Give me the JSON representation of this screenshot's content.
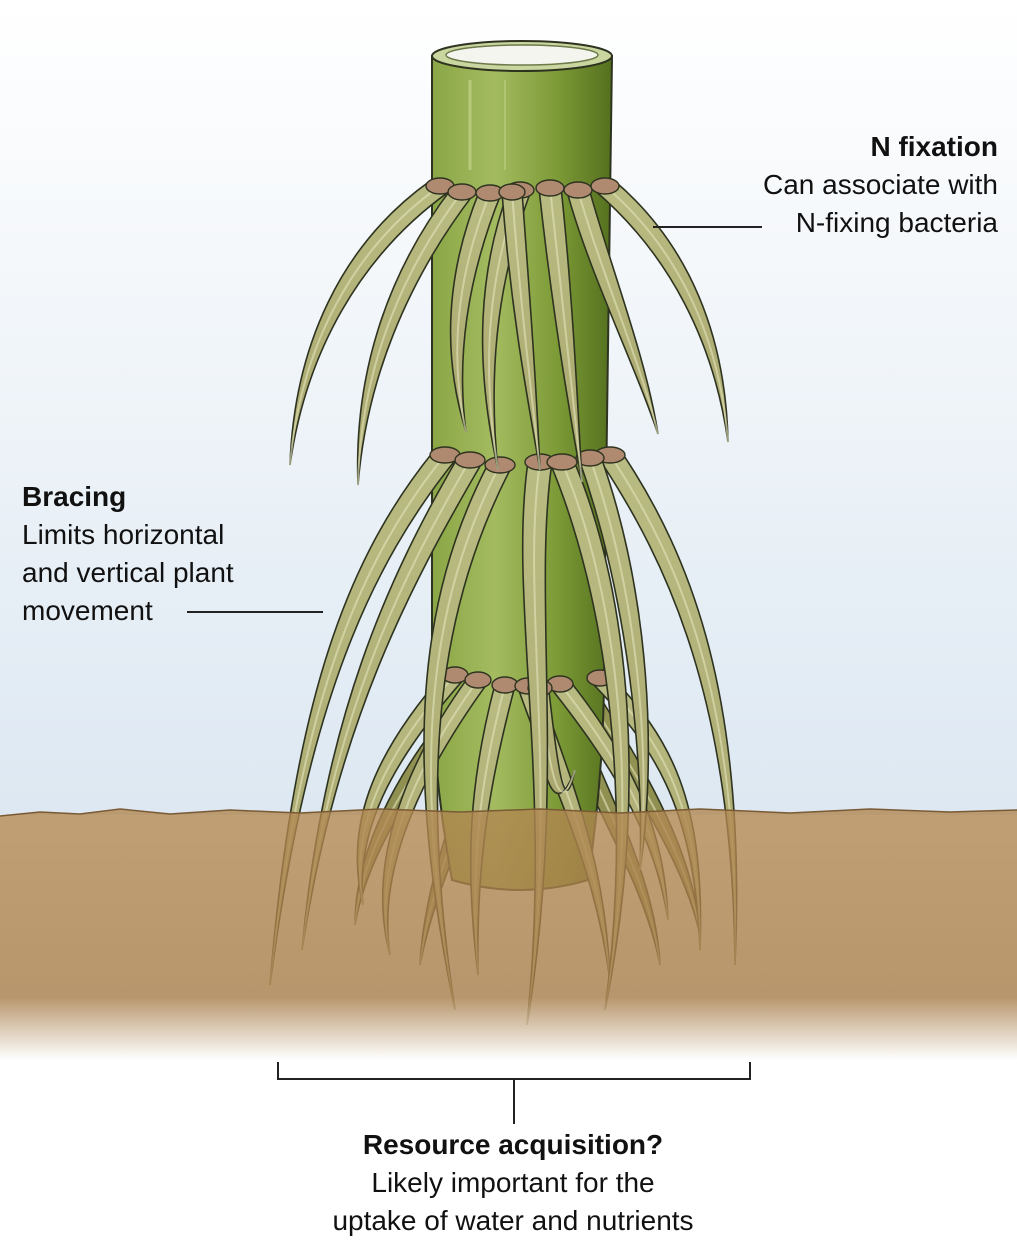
{
  "labels": {
    "n_fixation": {
      "title": "N fixation",
      "description": "Can associate with\nN-fixing bacteria"
    },
    "bracing": {
      "title": "Bracing",
      "description": "Limits horizontal\nand vertical plant\nmovement"
    },
    "resource_acquisition": {
      "title": "Resource acquisition?",
      "description": "Likely important for the\nuptake of water and nutrients"
    }
  },
  "colors": {
    "sky_top": "#ffffff",
    "sky_bottom": "#dde8f2",
    "soil": "#a9814e",
    "stem": "#7f9c3a",
    "root": "#b5b780",
    "root_cap": "#b08a70",
    "outline": "#2e3320"
  }
}
